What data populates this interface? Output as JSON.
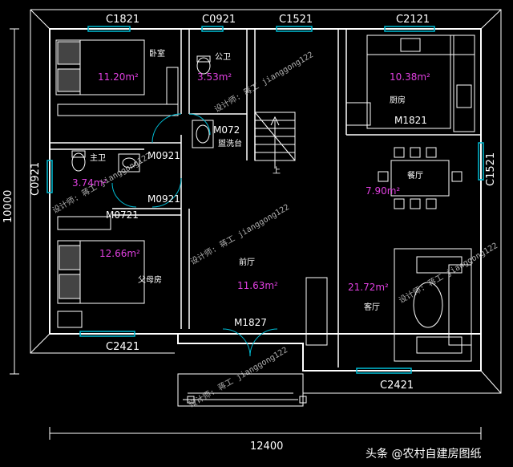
{
  "windows": {
    "top_left": "C1821",
    "top_mid_left": "C0921",
    "top_mid": "C1521",
    "top_right": "C2121",
    "left": "C0921",
    "right": "C1521",
    "bottom_left": "C2421",
    "bottom_right": "C2421"
  },
  "doors": {
    "bedroom1": "M0921",
    "bedroom2": "M0921",
    "master_bath": "M0721",
    "public_bath": "M072",
    "kitchen": "M1821",
    "entrance": "M1827"
  },
  "rooms": {
    "bedroom": {
      "name": "卧室",
      "area": "11.20m²"
    },
    "public_bath": {
      "name": "公卫",
      "area": "3.53m²"
    },
    "washroom": {
      "name": "盥洗台"
    },
    "master_bath": {
      "name": "主卫",
      "area": "3.74m²"
    },
    "parents_room": {
      "name": "父母房",
      "area": "12.66m²"
    },
    "kitchen": {
      "name": "厨房",
      "area": "10.38m²"
    },
    "dining": {
      "name": "餐厅",
      "area": "7.90m²"
    },
    "foyer": {
      "name": "前厅",
      "area": "11.63m²"
    },
    "living": {
      "name": "客厅",
      "area": "21.72m²"
    },
    "stairs": {
      "name": "上"
    }
  },
  "dimensions": {
    "height": "10000",
    "width": "12400"
  },
  "watermark": "设计师: 蒋工 jianggong122",
  "credit": "头条 @农村自建房图纸",
  "colors": {
    "background": "#000000",
    "wall": "#ffffff",
    "window": "#00bcd4",
    "area_text": "#e040e0",
    "door_swing": "#00bcd4",
    "furniture": "#ffffff"
  }
}
